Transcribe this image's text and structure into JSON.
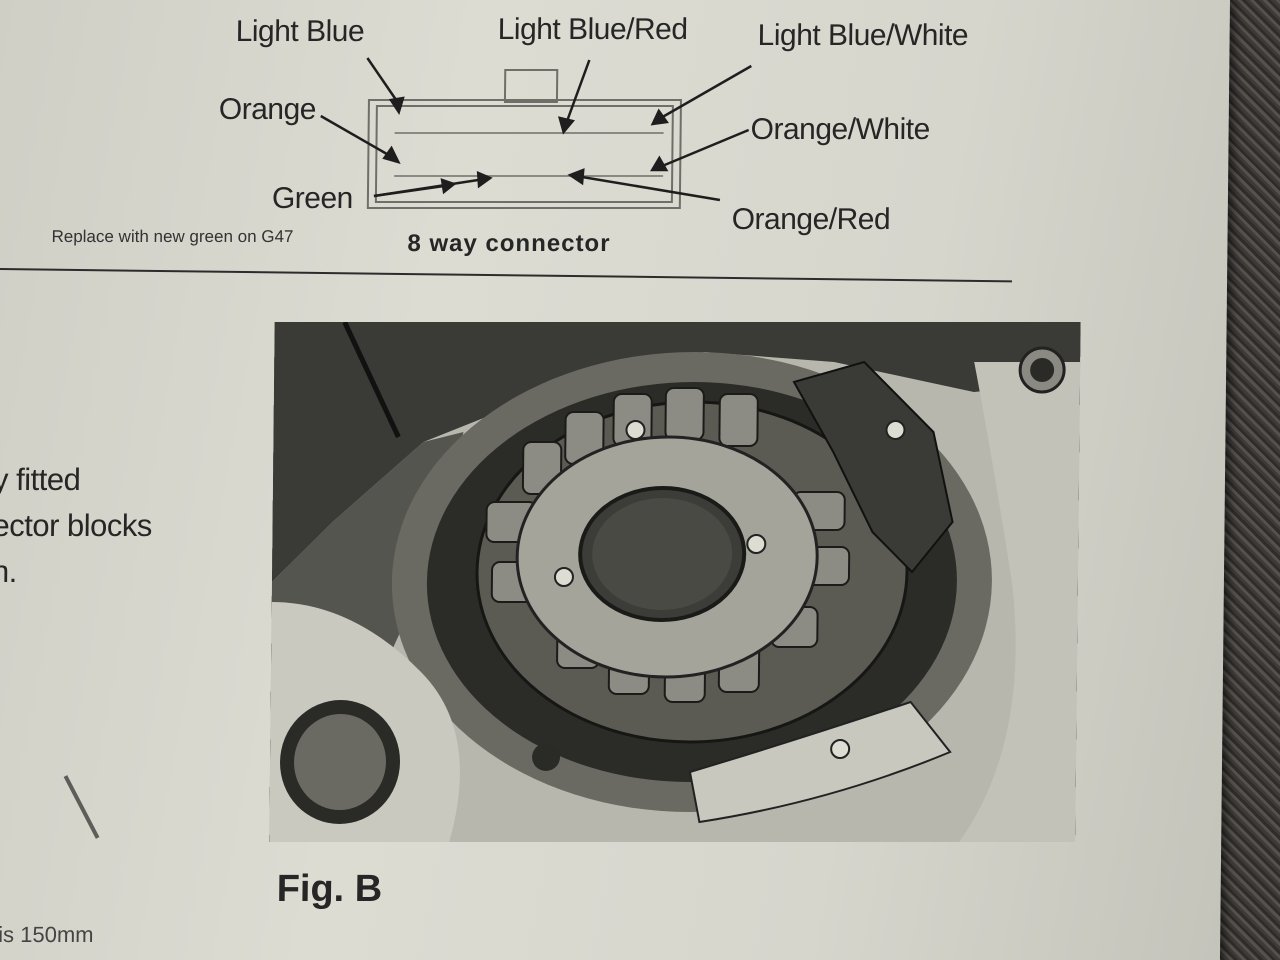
{
  "connector": {
    "title": "8 way connector",
    "note": "Replace with new green on G47",
    "wires": {
      "light_blue": "Light Blue",
      "light_blue_red": "Light Blue/Red",
      "light_blue_white": "Light Blue/White",
      "orange": "Orange",
      "orange_white": "Orange/White",
      "green": "Green",
      "orange_red": "Orange/Red"
    }
  },
  "body_text": {
    "line1": "y fitted",
    "line2": "ector blocks",
    "line3": "n."
  },
  "figure": {
    "caption": "Fig. B"
  },
  "footer": {
    "fragment": "is 150mm"
  }
}
